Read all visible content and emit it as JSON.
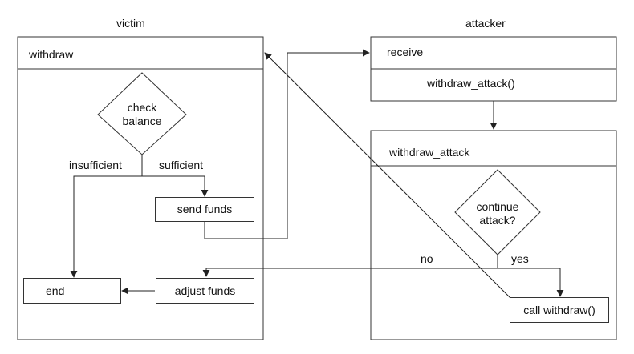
{
  "victim": {
    "title": "victim",
    "function_name": "withdraw",
    "decision": {
      "line1": "check",
      "line2": "balance"
    },
    "branch_left": "insufficient",
    "branch_right": "sufficient",
    "send_funds": "send funds",
    "adjust_funds": "adjust funds",
    "end": "end"
  },
  "attacker": {
    "title": "attacker",
    "receive": "receive",
    "receive_call": "withdraw_attack()",
    "function_name": "withdraw_attack",
    "decision": {
      "line1": "continue",
      "line2": "attack?"
    },
    "branch_no": "no",
    "branch_yes": "yes",
    "call_withdraw": "call withdraw()"
  }
}
